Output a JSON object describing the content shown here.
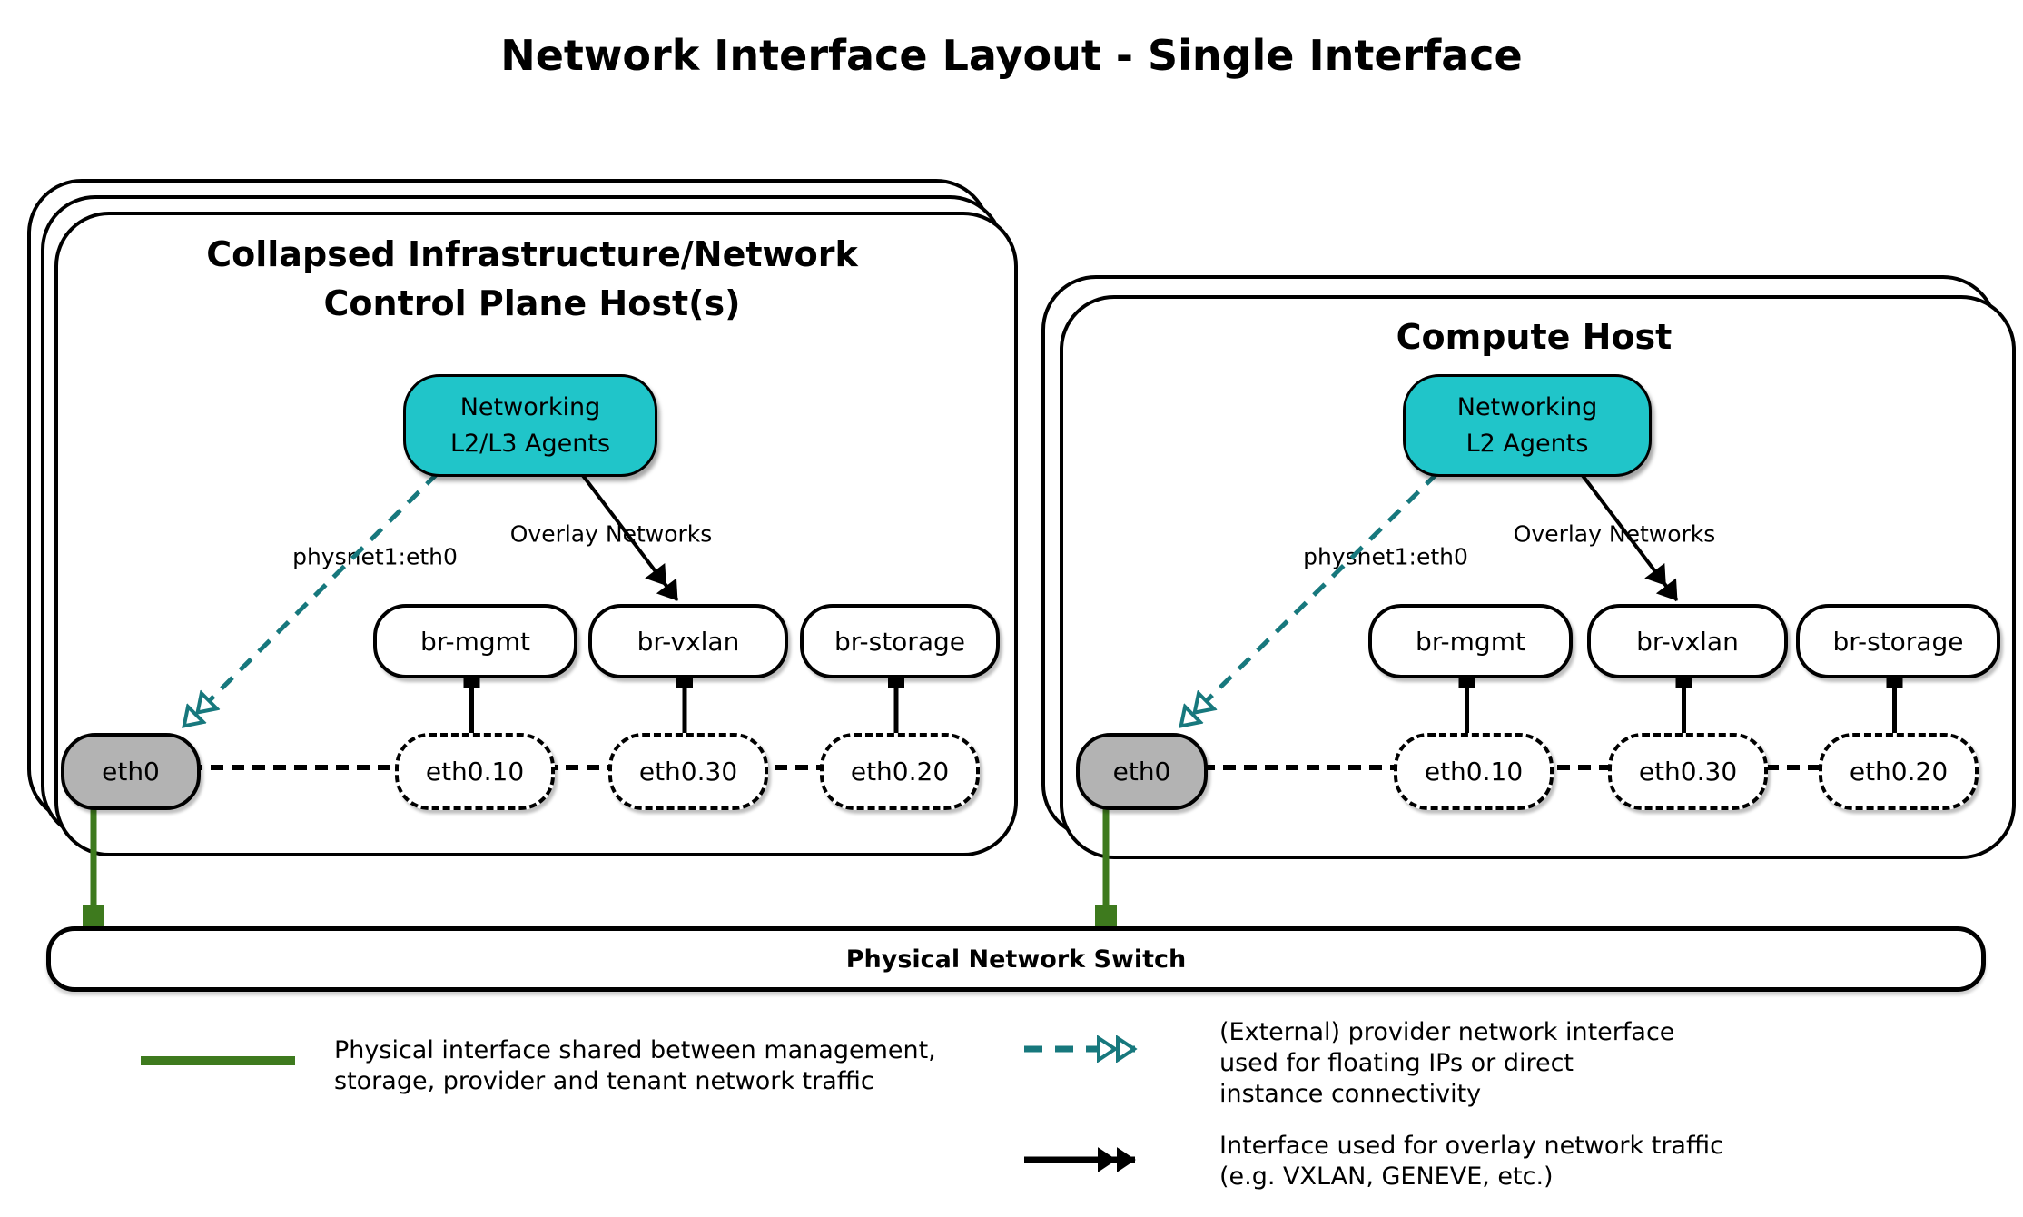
{
  "title": "Network Interface Layout - Single Interface",
  "hosts": {
    "control": {
      "title": "Collapsed Infrastructure/Network\nControl Plane Host(s)",
      "agent_label": "Networking\nL2/L3 Agents",
      "provider_edge_label": "physnet1:eth0",
      "overlay_edge_label": "Overlay Networks",
      "bridges": [
        "br-mgmt",
        "br-vxlan",
        "br-storage"
      ],
      "vlans": [
        "eth0.10",
        "eth0.30",
        "eth0.20"
      ],
      "phys_interface": "eth0"
    },
    "compute": {
      "title": "Compute Host",
      "agent_label": "Networking\nL2 Agents",
      "provider_edge_label": "physnet1:eth0",
      "overlay_edge_label": "Overlay Networks",
      "bridges": [
        "br-mgmt",
        "br-vxlan",
        "br-storage"
      ],
      "vlans": [
        "eth0.10",
        "eth0.30",
        "eth0.20"
      ],
      "phys_interface": "eth0"
    }
  },
  "switch": {
    "label": "Physical Network Switch"
  },
  "legend": {
    "physical": {
      "text": "Physical interface shared between management,\nstorage, provider and tenant network traffic"
    },
    "provider": {
      "text": "(External) provider network interface\nused for floating IPs or direct\ninstance connectivity"
    },
    "overlay": {
      "text": "Interface used for overlay network traffic\n(e.g. VXLAN, GENEVE, etc.)"
    }
  },
  "colors": {
    "teal_fill": "#20c5c9",
    "teal_dark": "#17787d",
    "green": "#3e7a1e",
    "gray": "#b3b3b3"
  }
}
